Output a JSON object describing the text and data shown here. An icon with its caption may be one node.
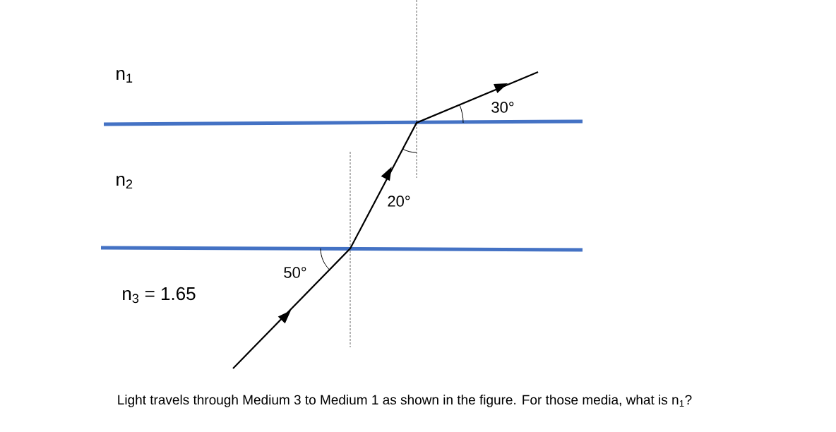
{
  "diagram": {
    "caption": "Light travels through Medium 3 to Medium 1 as shown in the figure. For those media, what is n$_{1}$?",
    "labels": [
      "n$_{1}$",
      "30°",
      "n$_{2}$",
      "20°",
      "50°",
      "n$_{3}$ = 1.65"
    ]
  }
}
